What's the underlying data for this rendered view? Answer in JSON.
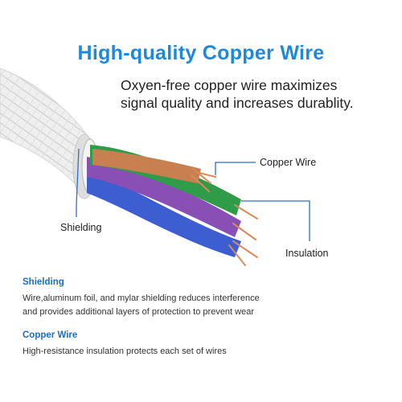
{
  "header": {
    "title": "High-quality Copper Wire",
    "subtitle_line1": "Oxyen-free copper wire maximizes",
    "subtitle_line2": "signal quality and increases durablity."
  },
  "callouts": {
    "copper_wire": "Copper Wire",
    "shielding": "Shielding",
    "insulation": "Insulation"
  },
  "sections": [
    {
      "heading": "Shielding",
      "body_line1": "Wire,aluminum foil, and mylar shielding reduces interference",
      "body_line2": "and provides additional layers of protection to prevent wear"
    },
    {
      "heading": "Copper Wire",
      "body_line1": "High-resistance insulation protects each set of wires"
    }
  ],
  "colors": {
    "accent": "#1e88d9",
    "leader_line": "#2a6fc9",
    "wire_blue": "#3c5ed0",
    "wire_green": "#2e9c48",
    "wire_purple": "#8a4fb5",
    "copper": "#d98a5a"
  }
}
